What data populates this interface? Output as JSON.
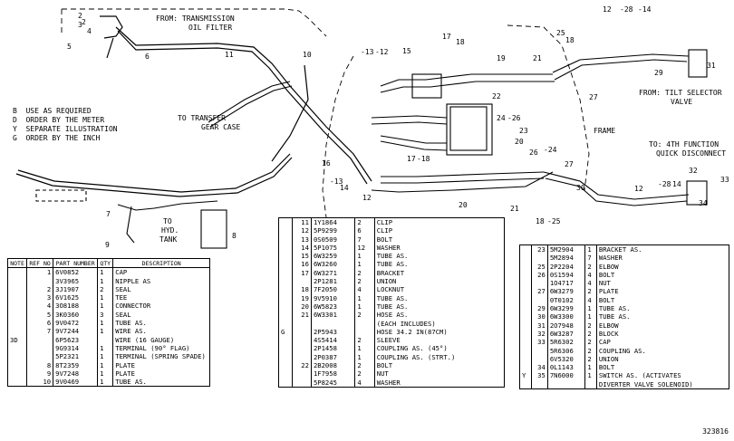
{
  "captions": {
    "from_transmission": "FROM: TRANSMISSION",
    "oil_filter": "OIL FILTER",
    "to_transfer": "TO TRANSFER",
    "gear_case": "GEAR CASE",
    "to_hyd": "TO",
    "hyd": "HYD.",
    "tank": "TANK",
    "frame": "FRAME",
    "from_tilt": "FROM: TILT SELECTOR",
    "valve": "VALVE",
    "to_4th": "TO: 4TH FUNCTION",
    "quick_disconnect": "QUICK DISCONNECT"
  },
  "legend": [
    {
      "key": "B",
      "text": "USE AS REQUIRED"
    },
    {
      "key": "D",
      "text": "ORDER BY THE METER"
    },
    {
      "key": "Y",
      "text": "SEPARATE ILLUSTRATION"
    },
    {
      "key": "G",
      "text": "ORDER BY THE INCH"
    }
  ],
  "callouts": {
    "c2a": "2",
    "c3a": "3",
    "c2b": "2",
    "c4": "4",
    "c5": "5",
    "c6": "6",
    "c11": "11",
    "c10": "10",
    "c15": "15",
    "c13a": "-13",
    "c12a": "-12",
    "c17a": "17",
    "c18a": "18",
    "c19": "19",
    "c21a": "21",
    "c25": "25",
    "c18b": "18",
    "c12b": "12",
    "c28a": "-28",
    "c14a": "-14",
    "c29": "29",
    "c27a": "27",
    "c22": "22",
    "c24a": "24",
    "c26a": "-26",
    "c23": "23",
    "c20a": "20",
    "c16": "16",
    "c13b": "-13",
    "c14b": "14",
    "c12c": "12",
    "c17b": "17",
    "c18c": "-18",
    "c20b": "20",
    "c21b": "21",
    "c26b": "26",
    "c24b": "-24",
    "c27b": "27",
    "c30": "30",
    "c12d": "12",
    "c18d": "18",
    "c25b": "-25",
    "c32": "32",
    "c28b": "-28",
    "c14c": "14",
    "c33": "33",
    "c31": "31",
    "c34": "34",
    "c7": "7",
    "c9": "9",
    "c8": "8"
  },
  "table_left": {
    "headers": [
      "NOTE",
      "REF NO",
      "PART NUMBER",
      "QTY",
      "DESCRIPTION"
    ],
    "rows": [
      [
        "",
        "1",
        "6V0852",
        "1",
        "CAP"
      ],
      [
        "",
        "",
        "3V3965",
        "1",
        "NIPPLE AS"
      ],
      [
        "",
        "2",
        "3J1907",
        "2",
        "SEAL"
      ],
      [
        "",
        "3",
        "6V1625",
        "1",
        "TEE"
      ],
      [
        "",
        "4",
        "3O8188",
        "1",
        "CONNECTOR"
      ],
      [
        "",
        "5",
        "3K0360",
        "3",
        "SEAL"
      ],
      [
        "",
        "6",
        "9V0472",
        "1",
        "TUBE AS."
      ],
      [
        "",
        "7",
        "9V7244",
        "1",
        "WIRE AS."
      ],
      [
        "3D",
        "",
        "6P5623",
        "",
        "WIRE (16 GAUGE)"
      ],
      [
        "",
        "",
        "9G9314",
        "1",
        "TERMINAL (90° FLAG)"
      ],
      [
        "",
        "",
        "5P2321",
        "1",
        "TERMINAL (SPRING SPADE)"
      ],
      [
        "",
        "8",
        "8T2359",
        "1",
        "PLATE"
      ],
      [
        "",
        "9",
        "9V7248",
        "1",
        "PLATE"
      ],
      [
        "",
        "10",
        "9V0469",
        "1",
        "TUBE AS."
      ]
    ]
  },
  "table_mid": {
    "rows": [
      [
        "",
        "11",
        "1Y1864",
        "2",
        "CLIP"
      ],
      [
        "",
        "12",
        "5P9299",
        "6",
        "CLIP"
      ],
      [
        "",
        "13",
        "0S0509",
        "7",
        "BOLT"
      ],
      [
        "",
        "14",
        "5P1075",
        "12",
        "WASHER"
      ],
      [
        "",
        "15",
        "6W3259",
        "1",
        "TUBE AS."
      ],
      [
        "",
        "16",
        "6W3260",
        "1",
        "TUBE AS."
      ],
      [
        "",
        "17",
        "6W3271",
        "2",
        "BRACKET"
      ],
      [
        "",
        "",
        "2P1281",
        "2",
        "UNION"
      ],
      [
        "",
        "18",
        "7F2050",
        "4",
        "LOCKNUT"
      ],
      [
        "",
        "19",
        "9V5910",
        "1",
        "TUBE AS."
      ],
      [
        "",
        "20",
        "6W5823",
        "1",
        "TUBE AS."
      ],
      [
        "",
        "21",
        "6W3301",
        "2",
        "HOSE AS."
      ],
      [
        "",
        "",
        "",
        "",
        "(EACH INCLUDES)"
      ],
      [
        "G",
        "",
        "2P5943",
        "",
        "HOSE 34.2 IN(87CM)"
      ],
      [
        "",
        "",
        "4S5414",
        "2",
        "SLEEVE"
      ],
      [
        "",
        "",
        "2P1458",
        "1",
        "COUPLING AS. (45°)"
      ],
      [
        "",
        "",
        "2P0387",
        "1",
        "COUPLING AS. (STRT.)"
      ],
      [
        "",
        "22",
        "2B2008",
        "2",
        "BOLT"
      ],
      [
        "",
        "",
        "1F7958",
        "2",
        "NUT"
      ],
      [
        "",
        "",
        "5P8245",
        "4",
        "WASHER"
      ]
    ]
  },
  "table_right": {
    "rows": [
      [
        "",
        "23",
        "5M2904",
        "1",
        "BRACKET AS."
      ],
      [
        "",
        "",
        "5M2894",
        "7",
        "WASHER"
      ],
      [
        "",
        "25",
        "2P2204",
        "2",
        "ELBOW"
      ],
      [
        "",
        "26",
        "0S1594",
        "4",
        "BOLT"
      ],
      [
        "",
        "",
        "1O4717",
        "4",
        "NUT"
      ],
      [
        "",
        "27",
        "6W3279",
        "2",
        "PLATE"
      ],
      [
        "",
        "",
        "0T0102",
        "4",
        "BOLT"
      ],
      [
        "",
        "29",
        "6W3299",
        "1",
        "TUBE AS."
      ],
      [
        "",
        "30",
        "6W3300",
        "1",
        "TUBE AS."
      ],
      [
        "",
        "31",
        "2O7948",
        "2",
        "ELBOW"
      ],
      [
        "",
        "32",
        "6W3287",
        "2",
        "BLOCK"
      ],
      [
        "",
        "33",
        "5R6302",
        "2",
        "CAP"
      ],
      [
        "",
        "",
        "5R6306",
        "2",
        "COUPLING AS."
      ],
      [
        "",
        "",
        "6V5320",
        "2",
        "UNION"
      ],
      [
        "",
        "34",
        "0L1143",
        "1",
        "BOLT"
      ],
      [
        "Y",
        "35",
        "7N6000",
        "1",
        "SWITCH AS. (ACTIVATES"
      ],
      [
        "",
        "",
        "",
        "",
        "DIVERTER VALVE SOLENOID)"
      ]
    ]
  },
  "figure_number": "323816"
}
